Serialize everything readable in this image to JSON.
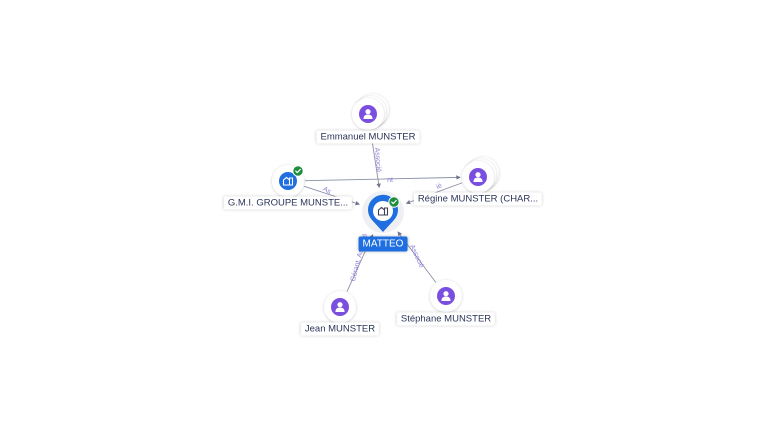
{
  "center": {
    "label": "MATTEO",
    "icon": "building-icon",
    "verified": true,
    "color": "#1f6fe0"
  },
  "nodes": [
    {
      "id": "emmanuel",
      "label": "Emmanuel MUNSTER",
      "type": "person",
      "icon": "person-icon",
      "stacked": true,
      "verified": false
    },
    {
      "id": "gmi",
      "label": "G.M.I. GROUPE MUNSTE...",
      "type": "company",
      "icon": "building-icon",
      "stacked": false,
      "verified": true
    },
    {
      "id": "regine",
      "label": "Régine MUNSTER (CHAR...",
      "type": "person",
      "icon": "person-icon",
      "stacked": true,
      "verified": false
    },
    {
      "id": "jean",
      "label": "Jean MUNSTER",
      "type": "person",
      "icon": "person-icon",
      "stacked": false,
      "verified": false
    },
    {
      "id": "stephane",
      "label": "Stéphane MUNSTER",
      "type": "person",
      "icon": "person-icon",
      "stacked": false,
      "verified": false
    }
  ],
  "edges": [
    {
      "from": "emmanuel",
      "to": "center",
      "label": "Associé"
    },
    {
      "from": "gmi",
      "to": "center",
      "label": "As"
    },
    {
      "from": "gmi",
      "to": "regine",
      "label": "nt"
    },
    {
      "from": "regine",
      "to": "center",
      "label": "ié"
    },
    {
      "from": "jean",
      "to": "center",
      "label": "Gérant, Associé"
    },
    {
      "from": "stephane",
      "to": "center",
      "label": "Associé"
    }
  ],
  "colors": {
    "person": "#7a4fe0",
    "company": "#1f6fe0",
    "verified": "#1e8e3e",
    "edge": "#8a90a6",
    "edge_label": "#8c7fd6"
  }
}
